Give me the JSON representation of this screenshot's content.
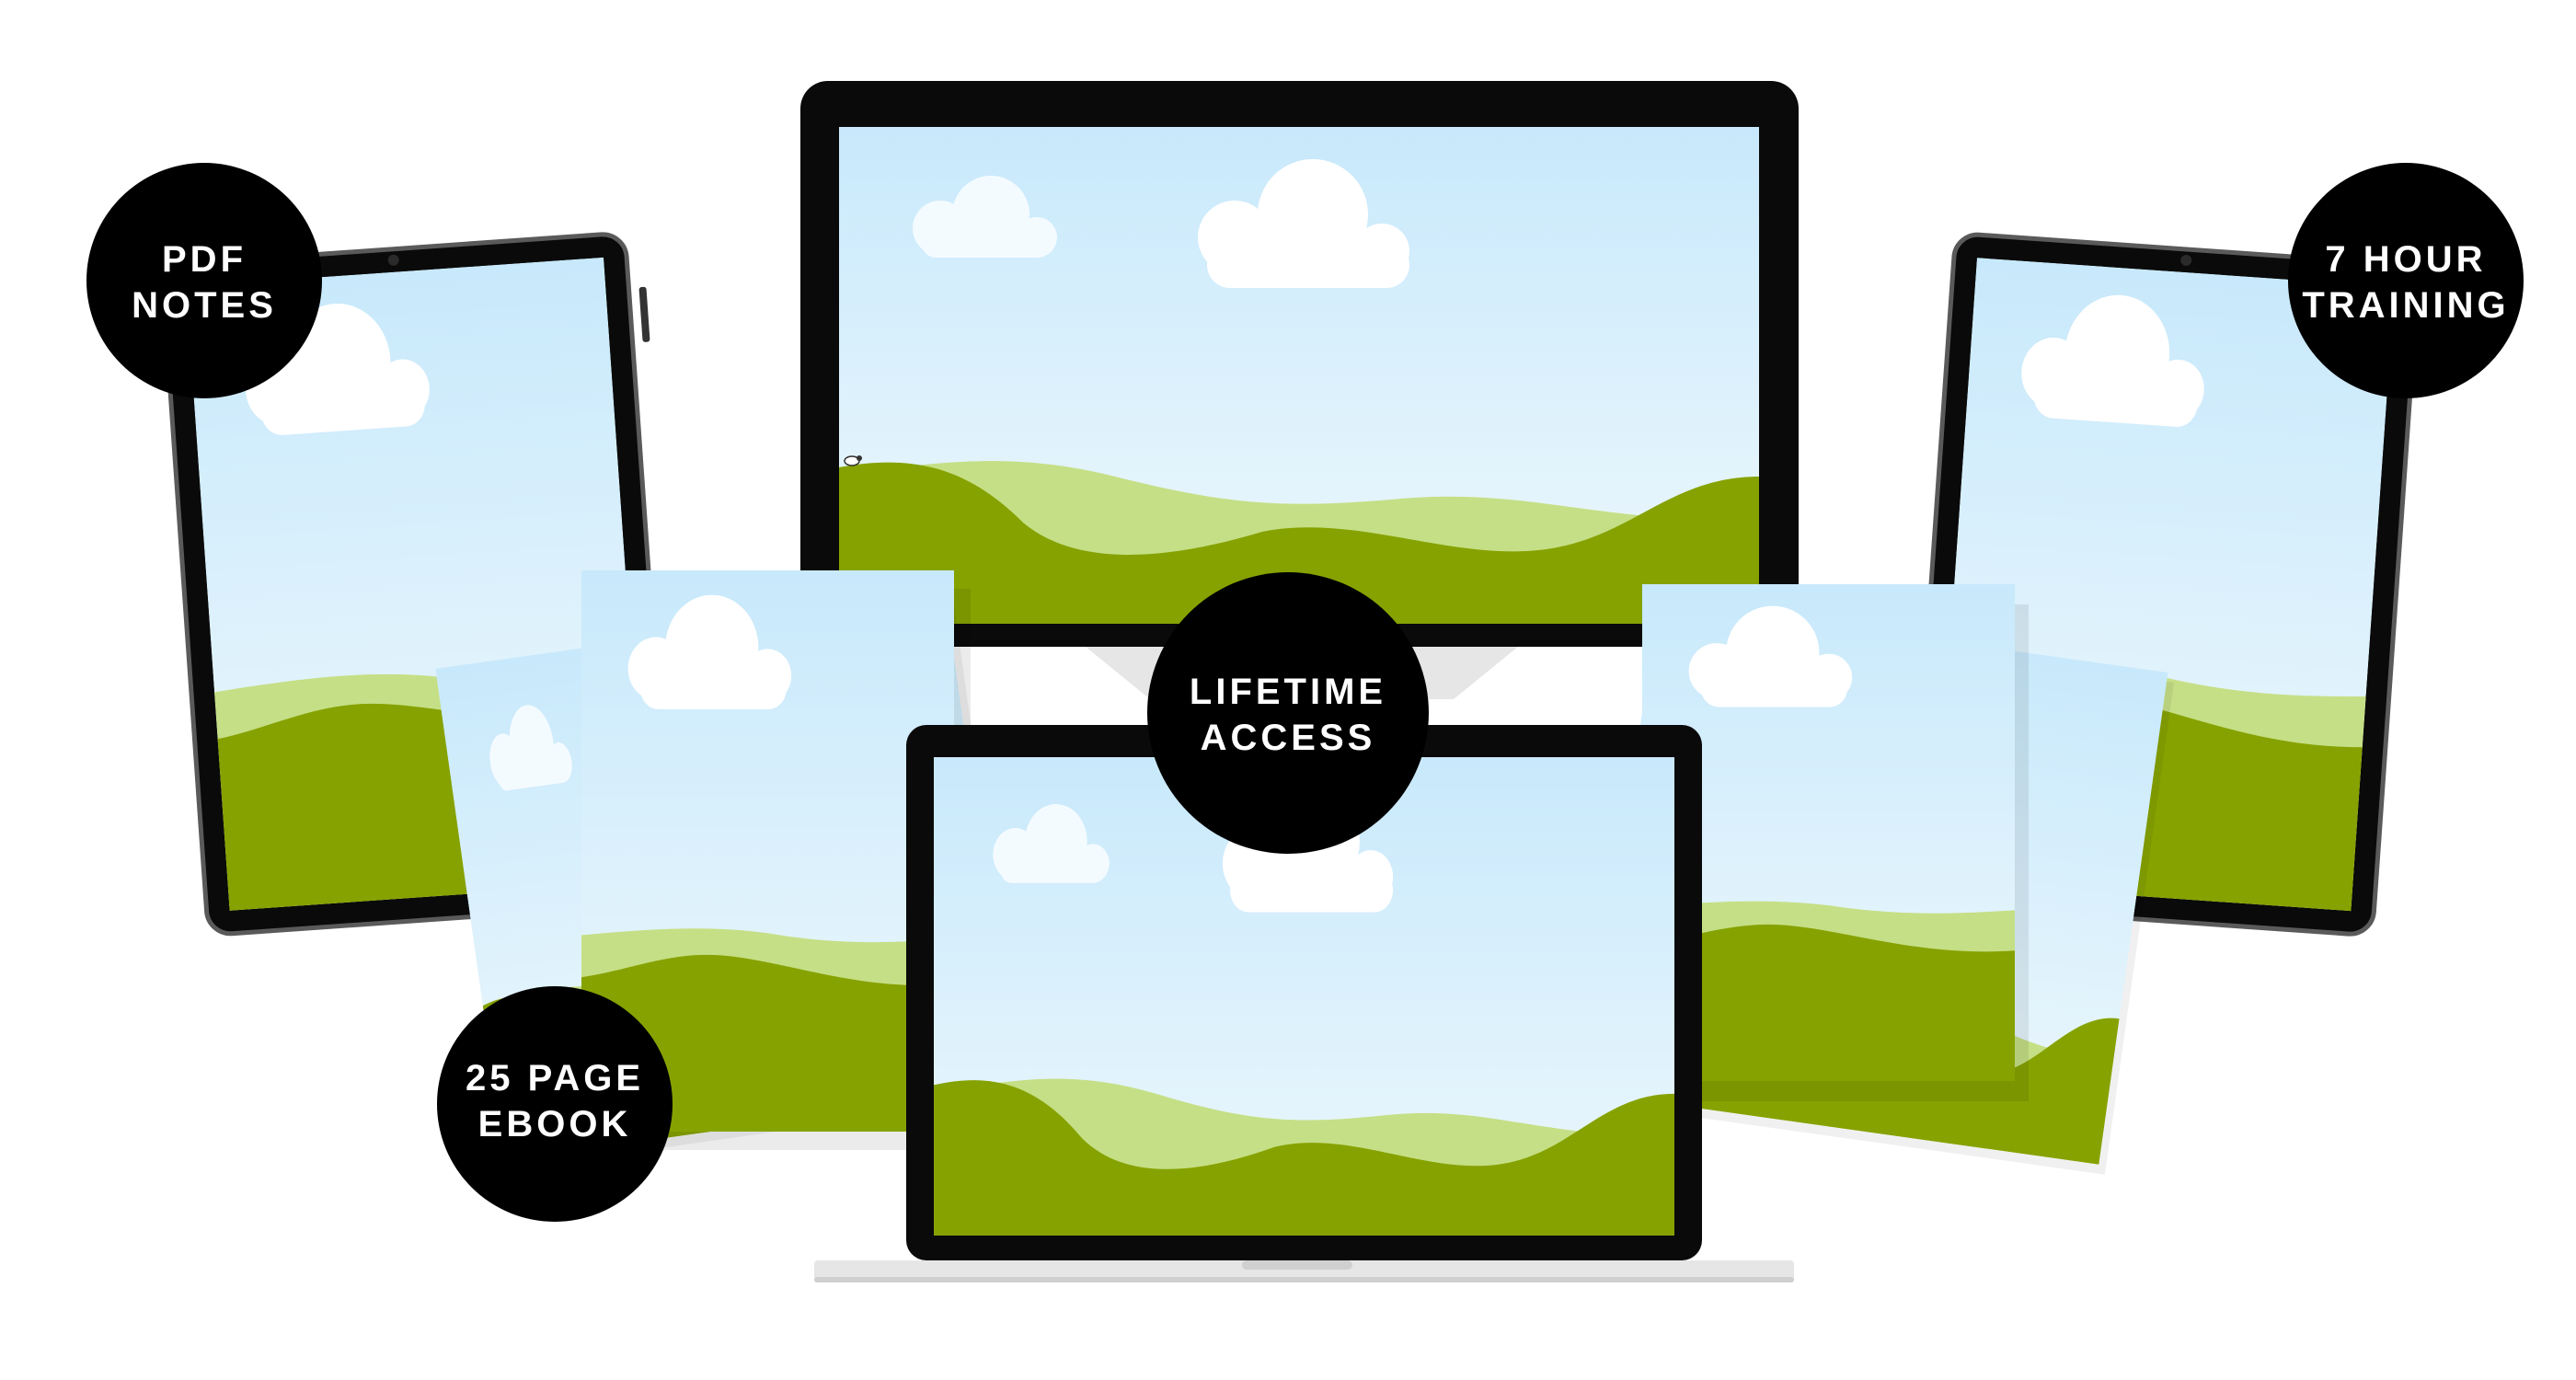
{
  "badges": {
    "pdf_notes": {
      "line1": "PDF",
      "line2": "NOTES"
    },
    "seven_hour": {
      "line1": "7 HOUR",
      "line2": "TRAINING"
    },
    "lifetime": {
      "line1": "LIFETIME",
      "line2": "ACCESS"
    },
    "ebook": {
      "line1": "25 PAGE",
      "line2": "EBOOK"
    }
  },
  "colors": {
    "sky_top": "#c8e9fb",
    "sky_bottom": "#eef8fd",
    "hill_light": "#c5df86",
    "hill_dark": "#86a200",
    "frame": "#0a0a0a",
    "badge": "#000000",
    "badge_text": "#ffffff",
    "laptop_base": "#e6e6e6"
  },
  "icons": {
    "cloud": "cloud-icon",
    "sheep": "sheep-icon",
    "camera": "camera-icon"
  }
}
